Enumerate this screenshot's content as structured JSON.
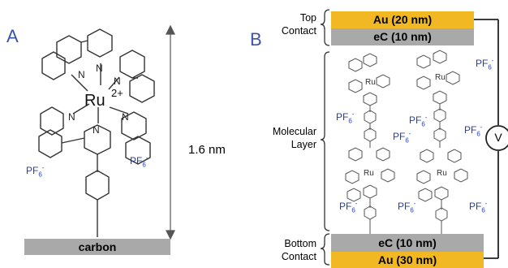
{
  "panel_a": {
    "letter": "A",
    "metal": "Ru",
    "charge": "2+",
    "atom_n": "N",
    "counterion_base": "PF",
    "counterion_sub": "6",
    "counterion_sup": "-",
    "height_label": "1.6 nm",
    "substrate_label": "carbon"
  },
  "panel_b": {
    "letter": "B",
    "top_contact_label_1": "Top",
    "top_contact_label_2": "Contact",
    "top_gold_label": "Au (20 nm)",
    "top_carbon_label": "eC (10 nm)",
    "molecular_label_1": "Molecular",
    "molecular_label_2": "Layer",
    "bottom_carbon_label": "eC (10 nm)",
    "bottom_gold_label": "Au (30 nm)",
    "bottom_contact_label_1": "Bottom",
    "bottom_contact_label_2": "Contact",
    "meter_symbol": "V"
  },
  "colors": {
    "gold": "#f2b823",
    "carbon": "#a9a9a9",
    "ion_text": "#2b3f9a",
    "panel_letter": "#3a55a8"
  }
}
